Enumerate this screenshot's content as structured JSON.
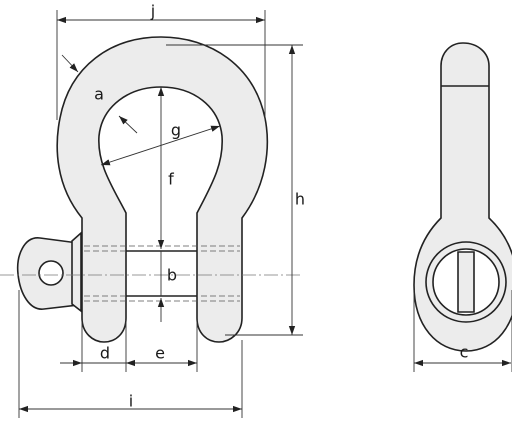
{
  "labels": {
    "j": "j",
    "a": "a",
    "g": "g",
    "f": "f",
    "h": "h",
    "b": "b",
    "d": "d",
    "e": "e",
    "i": "i",
    "c": "c"
  },
  "colors": {
    "outline": "#222222",
    "body_fill": "#ececec",
    "background": "#ffffff"
  }
}
